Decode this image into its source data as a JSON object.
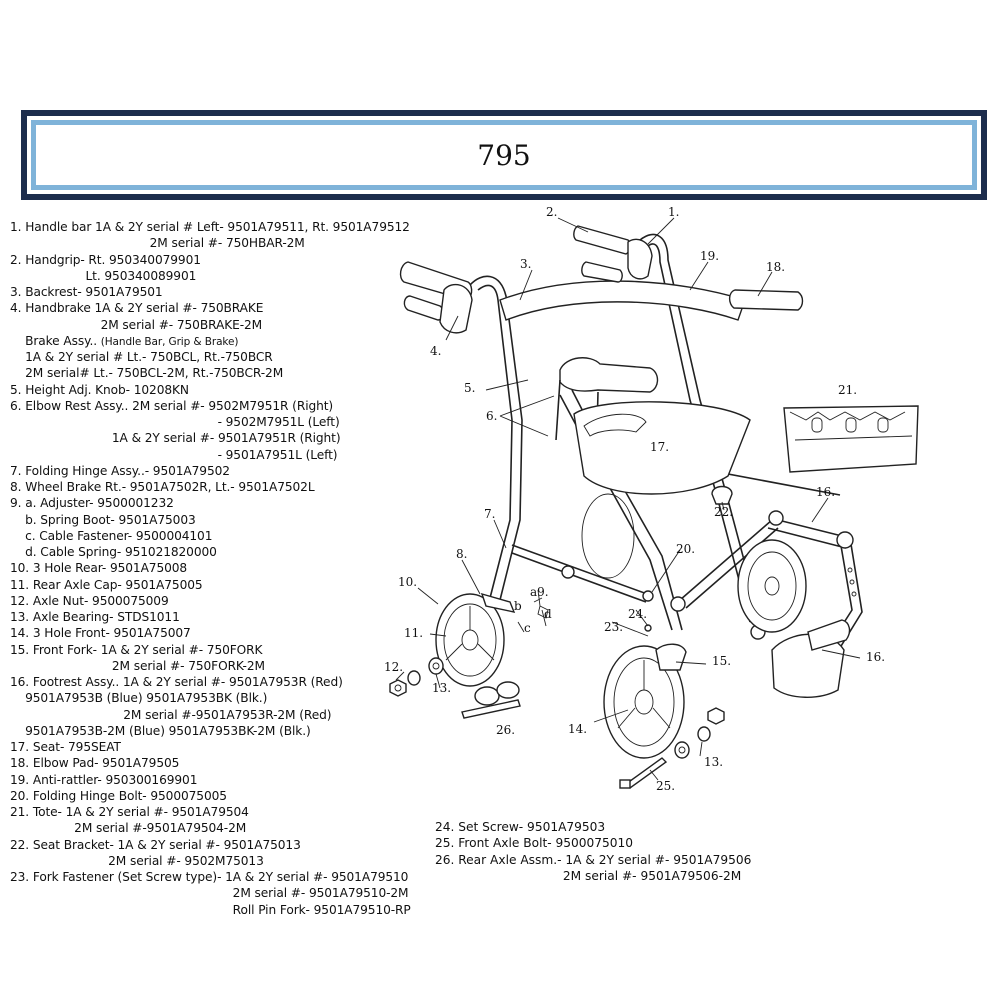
{
  "title": "795",
  "parts": [
    {
      "text": "1. Handle bar 1A & 2Y serial # Left- 9501A79511, Rt. 9501A79512"
    },
    {
      "text": "                                     2M serial #- 750HBAR-2M"
    },
    {
      "text": "2. Handgrip- Rt. 950340079901"
    },
    {
      "text": "                    Lt. 950340089901"
    },
    {
      "text": "3. Backrest- 9501A79501"
    },
    {
      "text": "4. Handbrake 1A & 2Y serial #- 750BRAKE"
    },
    {
      "text": "                        2M serial #- 750BRAKE-2M"
    },
    {
      "text": "    Brake Assy.. ",
      "small": "(Handle Bar, Grip & Brake)"
    },
    {
      "text": "    1A & 2Y serial # Lt.- 750BCL, Rt.-750BCR"
    },
    {
      "text": "    2M serial# Lt.- 750BCL-2M, Rt.-750BCR-2M"
    },
    {
      "text": "5. Height Adj. Knob- 10208KN"
    },
    {
      "text": "6. Elbow Rest Assy.. 2M serial #- 9502M7951R (Right)"
    },
    {
      "text": "                                                       - 9502M7951L (Left)"
    },
    {
      "text": "                           1A & 2Y serial #- 9501A7951R (Right)"
    },
    {
      "text": "                                                       - 9501A7951L (Left)"
    },
    {
      "text": "7. Folding Hinge Assy..- 9501A79502"
    },
    {
      "text": "8. Wheel Brake Rt.- 9501A7502R, Lt.- 9501A7502L"
    },
    {
      "text": "9. a. Adjuster- 9500001232"
    },
    {
      "text": "    b. Spring Boot- 9501A75003"
    },
    {
      "text": "    c. Cable Fastener- 9500004101"
    },
    {
      "text": "    d. Cable Spring- 951021820000"
    },
    {
      "text": "10. 3 Hole Rear- 9501A75008"
    },
    {
      "text": "11. Rear Axle Cap- 9501A75005"
    },
    {
      "text": "12. Axle Nut- 9500075009"
    },
    {
      "text": "13. Axle Bearing- STDS1011"
    },
    {
      "text": "14. 3 Hole Front- 9501A75007"
    },
    {
      "text": "15. Front Fork- 1A & 2Y serial #- 750FORK"
    },
    {
      "text": "                           2M serial #- 750FORK-2M"
    },
    {
      "text": "16. Footrest Assy.. 1A & 2Y serial #- 9501A7953R (Red)"
    },
    {
      "text": "    9501A7953B (Blue) 9501A7953BK (Blk.)"
    },
    {
      "text": "                              2M serial #-9501A7953R-2M (Red)"
    },
    {
      "text": "    9501A7953B-2M (Blue) 9501A7953BK-2M (Blk.)"
    },
    {
      "text": "17. Seat- 795SEAT"
    },
    {
      "text": "18. Elbow Pad- 9501A79505"
    },
    {
      "text": "19. Anti-rattler- 950300169901"
    },
    {
      "text": "20. Folding Hinge Bolt- 9500075005"
    },
    {
      "text": "21. Tote- 1A & 2Y serial #- 9501A79504"
    },
    {
      "text": "                 2M serial #-9501A79504-2M"
    },
    {
      "text": "22. Seat Bracket- 1A & 2Y serial #- 9501A75013"
    },
    {
      "text": "                          2M serial #- 9502M75013"
    },
    {
      "text": "23. Fork Fastener (Set Screw type)- 1A & 2Y serial #- 9501A79510"
    },
    {
      "text": "                                                           2M serial #- 9501A79510-2M"
    },
    {
      "text": "                                                           Roll Pin Fork- 9501A79510-RP"
    }
  ],
  "parts_right": [
    {
      "text": "24. Set Screw- 9501A79503"
    },
    {
      "text": "25. Front Axle Bolt- 9500075010"
    },
    {
      "text": "26. Rear Axle Assm.- 1A & 2Y serial #- 9501A79506"
    },
    {
      "text": "                                 2M serial #- 9501A79506-2M"
    }
  ],
  "callouts": {
    "c1": "1.",
    "c2": "2.",
    "c3": "3.",
    "c4": "4.",
    "c5": "5.",
    "c6": "6.",
    "c7": "7.",
    "c8": "8.",
    "c9a": "a9.",
    "c9b": "b",
    "c9c": "c",
    "c9d": "d",
    "c10": "10.",
    "c11": "11.",
    "c12": "12.",
    "c13a": "13.",
    "c13b": "13.",
    "c14": "14.",
    "c15": "15.",
    "c16a": "16.",
    "c16b": "16.",
    "c17": "17.",
    "c18": "18.",
    "c19": "19.",
    "c20": "20.",
    "c21": "21.",
    "c22": "22.",
    "c23": "23.",
    "c24": "24.",
    "c25": "25.",
    "c26": "26."
  }
}
